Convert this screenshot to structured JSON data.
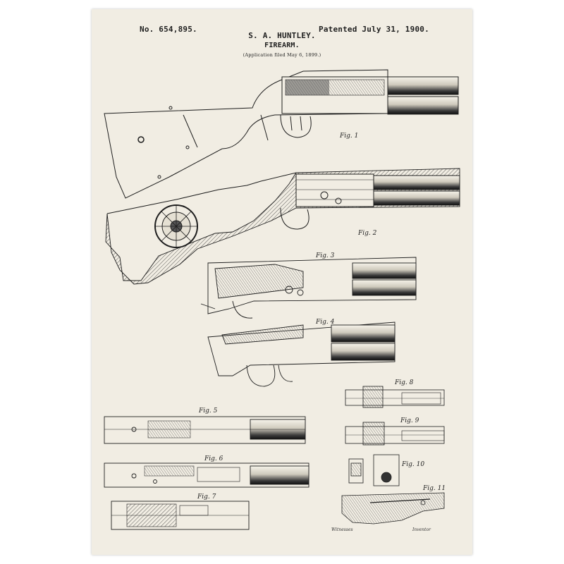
{
  "header": {
    "patent_number": "No. 654,895.",
    "inventor": "S. A. HUNTLEY.",
    "title": "FIREARM.",
    "filed": "(Application filed May 6, 1899.)",
    "patented": "Patented July 31, 1900."
  },
  "figures": {
    "fig1": "Fig. 1",
    "fig2": "Fig. 2",
    "fig3": "Fig. 3",
    "fig4": "Fig. 4",
    "fig5": "Fig. 5",
    "fig6": "Fig. 6",
    "fig7": "Fig. 7",
    "fig8": "Fig. 8",
    "fig9": "Fig. 9",
    "fig10": "Fig. 10",
    "fig11": "Fig. 11"
  },
  "signatures": {
    "witnesses": "Witnesses",
    "inventor": "Inventor"
  },
  "colors": {
    "paper": "#f1ede3",
    "ink": "#1e1e1e"
  }
}
